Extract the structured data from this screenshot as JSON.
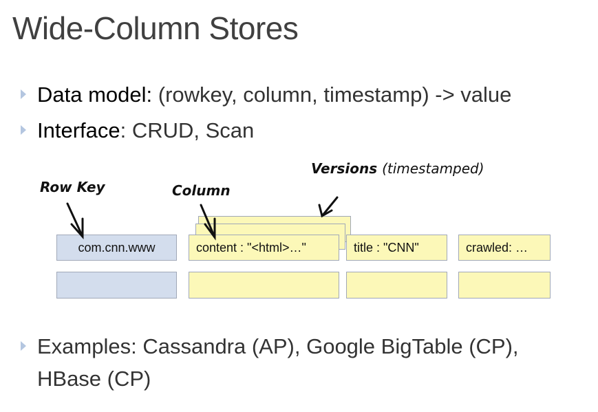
{
  "title": "Wide-Column Stores",
  "bullets": [
    {
      "label": "Data model:",
      "text": " (rowkey, column, timestamp) -> value"
    },
    {
      "label": "Interface",
      "text": ": CRUD, Scan"
    },
    {
      "label": "",
      "text": "Examples: Cassandra (AP), Google BigTable (CP),",
      "text2": "HBase (CP)"
    }
  ],
  "diagram": {
    "annotations": {
      "row_key": "Row Key",
      "column": "Column",
      "versions": "Versions",
      "versions_note": "(timestamped)"
    },
    "row1": {
      "key": "com.cnn.www",
      "content": "content : \"<html>…\"",
      "title": "title : \"CNN\"",
      "crawled": "crawled: …"
    },
    "colors": {
      "rowkey": "#d3dded",
      "cell": "#fcf8b8"
    }
  }
}
